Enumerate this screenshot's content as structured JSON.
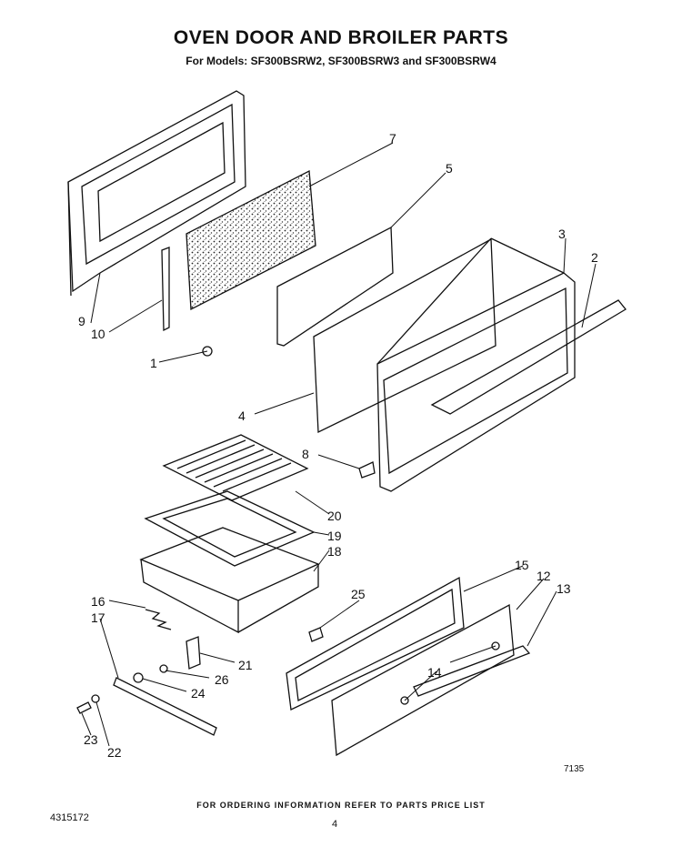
{
  "header": {
    "title": "OVEN DOOR AND BROILER PARTS",
    "subtitle": "For Models: SF300BSRW2, SF300BSRW3 and SF300BSRW4"
  },
  "callouts": {
    "p1": "1",
    "p2": "2",
    "p3": "3",
    "p4": "4",
    "p5": "5",
    "p7": "7",
    "p8": "8",
    "p9": "9",
    "p10": "10",
    "p12": "12",
    "p13": "13",
    "p14": "14",
    "p15": "15",
    "p16": "16",
    "p17": "17",
    "p18": "18",
    "p19": "19",
    "p20": "20",
    "p21": "21",
    "p22": "22",
    "p23": "23",
    "p24": "24",
    "p25": "25",
    "p26": "26"
  },
  "footer": {
    "note": "FOR ORDERING INFORMATION REFER TO PARTS PRICE LIST",
    "doc_number": "4315172",
    "page_number": "4",
    "figure_code": "7135"
  }
}
